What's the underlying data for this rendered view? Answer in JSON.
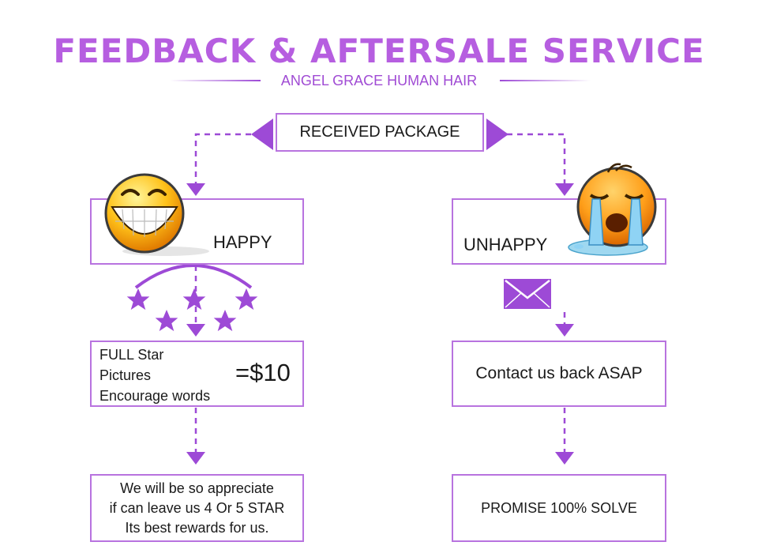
{
  "header": {
    "title": "FEEDBACK & AFTERSALE SERVICE",
    "subtitle": "ANGEL GRACE HUMAN HAIR"
  },
  "nodes": {
    "received": "RECEIVED PACKAGE",
    "happy": "HAPPY",
    "unhappy": "UNHAPPY",
    "full_lines": [
      "FULL Star",
      "Pictures",
      "Encourage words"
    ],
    "reward": "=$10",
    "contact": "Contact us back ASAP",
    "appreciate_lines": [
      "We will be so appreciate",
      "if can leave us 4 Or 5 STAR",
      "Its best rewards for us."
    ],
    "promise": "PROMISE 100% SOLVE"
  },
  "icons": [
    "smiling-face-icon",
    "crying-face-icon",
    "star-icon",
    "envelope-icon"
  ],
  "colors": {
    "accent": "#b65ee0",
    "border": "#b873df",
    "arrow": "#9d4ad6"
  }
}
